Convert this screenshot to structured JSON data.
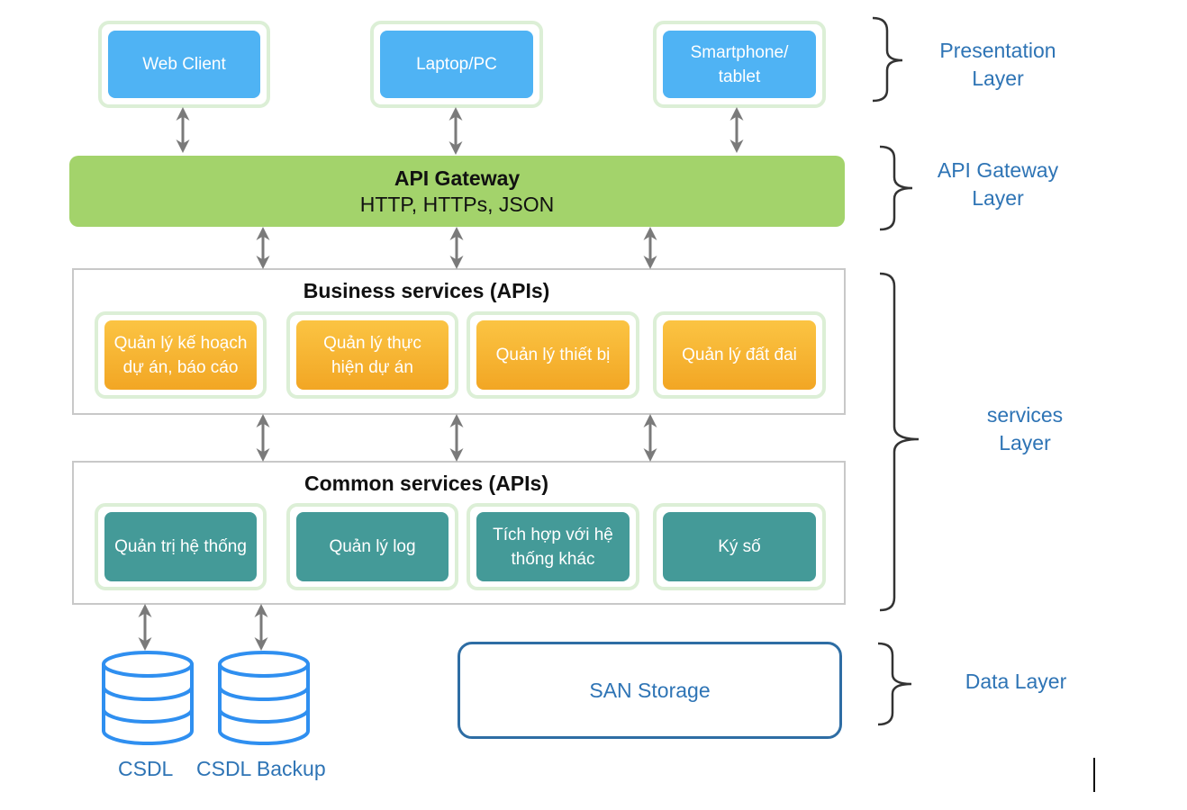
{
  "presentation": {
    "clients": [
      "Web Client",
      "Laptop/PC",
      "Smartphone/\ntablet"
    ]
  },
  "gateway": {
    "title": "API Gateway",
    "protocols": "HTTP, HTTPs, JSON"
  },
  "business": {
    "title": "Business services (APIs)",
    "items": [
      "Quản lý kế hoạch\ndự án, báo cáo",
      "Quản lý thực\nhiện dự án",
      "Quản lý thiết bị",
      "Quản lý đất đai"
    ]
  },
  "common": {
    "title": "Common services (APIs)",
    "items": [
      "Quản trị hệ thống",
      "Quản lý log",
      "Tích hợp với hệ\nthống khác",
      "Ký số"
    ]
  },
  "data": {
    "databases": [
      "CSDL",
      "CSDL Backup"
    ],
    "storage": "SAN Storage"
  },
  "layers": {
    "presentation": "Presentation\nLayer",
    "gateway": "API Gateway\nLayer",
    "services": "services\nLayer",
    "data": "Data Layer"
  },
  "colors": {
    "client": "#4fb3f4",
    "gateway": "#a3d36b",
    "business": "#f2a624",
    "common": "#449a98",
    "label": "#2e74b5"
  }
}
